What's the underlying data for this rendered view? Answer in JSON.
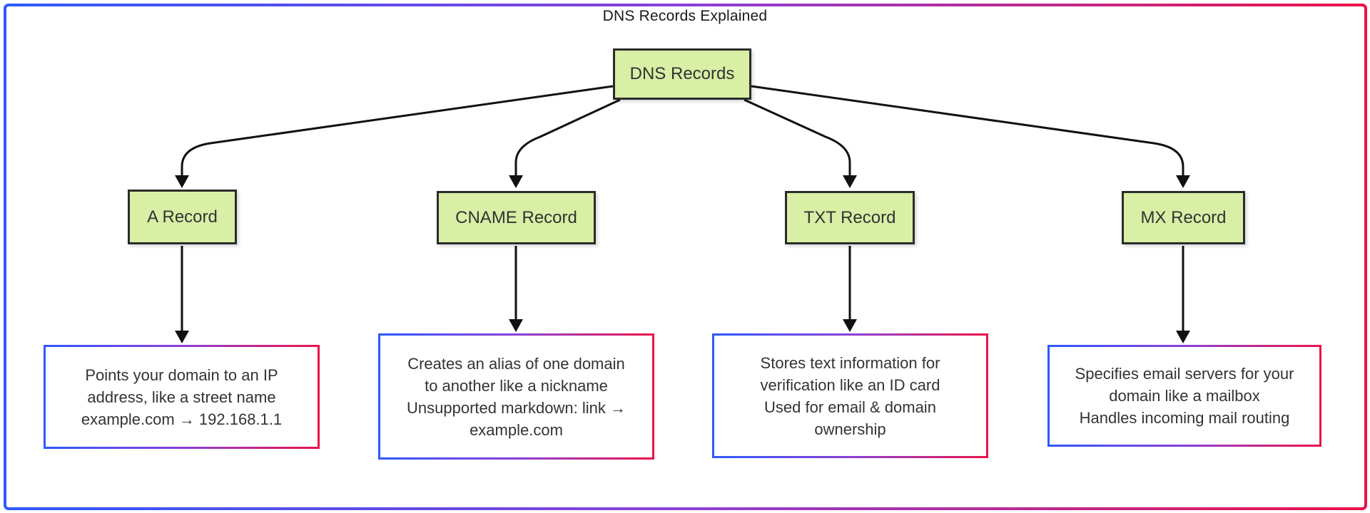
{
  "diagram": {
    "title": "DNS Records Explained",
    "root": {
      "label": "DNS Records"
    },
    "nodes": [
      {
        "id": "a-record",
        "label": "A Record",
        "description": "Points your domain to an IP\naddress, like a street name\nexample.com → 192.168.1.1"
      },
      {
        "id": "cname-record",
        "label": "CNAME Record",
        "description": "Creates an alias of one domain\nto another like a nickname\nUnsupported markdown: link →\nexample.com"
      },
      {
        "id": "txt-record",
        "label": "TXT Record",
        "description": "Stores text information for\nverification like an ID card\nUsed for email & domain\nownership"
      },
      {
        "id": "mx-record",
        "label": "MX Record",
        "description": "Specifies email servers for your\ndomain like a mailbox\nHandles incoming mail routing"
      }
    ],
    "edges": [
      {
        "from": "DNS Records",
        "to": "A Record"
      },
      {
        "from": "DNS Records",
        "to": "CNAME Record"
      },
      {
        "from": "DNS Records",
        "to": "TXT Record"
      },
      {
        "from": "DNS Records",
        "to": "MX Record"
      },
      {
        "from": "A Record",
        "to": "A Record description"
      },
      {
        "from": "CNAME Record",
        "to": "CNAME Record description"
      },
      {
        "from": "TXT Record",
        "to": "TXT Record description"
      },
      {
        "from": "MX Record",
        "to": "MX Record description"
      }
    ],
    "colors": {
      "node_fill": "#d8efa5",
      "node_border": "#2b2b2b",
      "gradient_left": "#2b59ff",
      "gradient_mid": "#8a3fd8",
      "gradient_right": "#ed1248",
      "edge_color": "#111111"
    }
  }
}
